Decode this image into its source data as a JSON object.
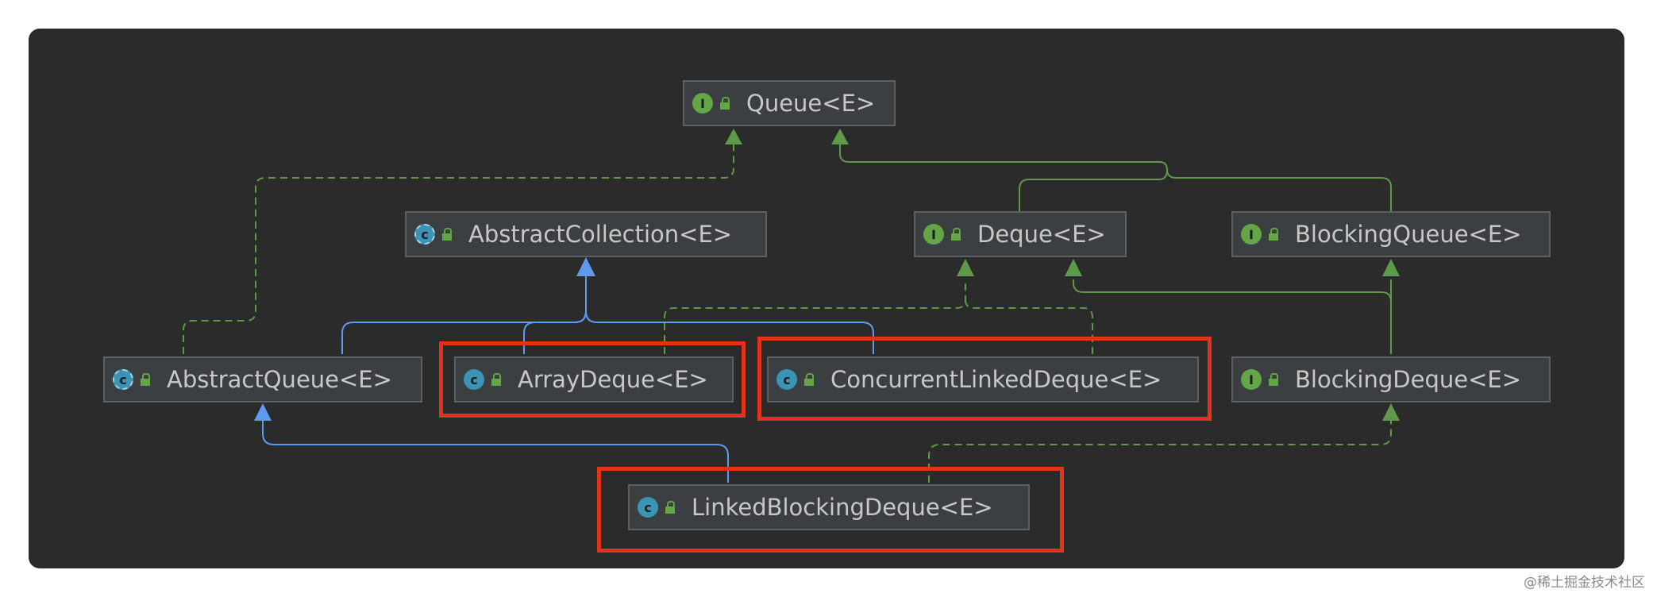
{
  "diagram": {
    "nodes": [
      {
        "id": "queue",
        "kind": "interface",
        "icon": "interface-icon",
        "label": "Queue<E>"
      },
      {
        "id": "abstract_collection",
        "kind": "abstract-class",
        "icon": "abstract-class-icon",
        "label": "AbstractCollection<E>"
      },
      {
        "id": "deque",
        "kind": "interface",
        "icon": "interface-icon",
        "label": "Deque<E>"
      },
      {
        "id": "blocking_queue",
        "kind": "interface",
        "icon": "interface-icon",
        "label": "BlockingQueue<E>"
      },
      {
        "id": "abstract_queue",
        "kind": "abstract-class",
        "icon": "abstract-class-icon",
        "label": "AbstractQueue<E>"
      },
      {
        "id": "array_deque",
        "kind": "class",
        "icon": "class-icon",
        "label": "ArrayDeque<E>"
      },
      {
        "id": "concurrent_linked_deque",
        "kind": "class",
        "icon": "class-icon",
        "label": "ConcurrentLinkedDeque<E>"
      },
      {
        "id": "blocking_deque",
        "kind": "interface",
        "icon": "interface-icon",
        "label": "BlockingDeque<E>"
      },
      {
        "id": "linked_blocking_deque",
        "kind": "class",
        "icon": "class-icon",
        "label": "LinkedBlockingDeque<E>"
      }
    ],
    "icon_letters": {
      "interface": "I",
      "class": "c",
      "abstract-class": "c"
    },
    "edges": [
      {
        "from": "abstract_queue",
        "to": "queue",
        "type": "implements"
      },
      {
        "from": "deque",
        "to": "queue",
        "type": "extends"
      },
      {
        "from": "blocking_queue",
        "to": "queue",
        "type": "extends"
      },
      {
        "from": "abstract_queue",
        "to": "abstract_collection",
        "type": "extends"
      },
      {
        "from": "array_deque",
        "to": "abstract_collection",
        "type": "extends"
      },
      {
        "from": "concurrent_linked_deque",
        "to": "abstract_collection",
        "type": "extends"
      },
      {
        "from": "array_deque",
        "to": "deque",
        "type": "implements"
      },
      {
        "from": "concurrent_linked_deque",
        "to": "deque",
        "type": "implements"
      },
      {
        "from": "blocking_deque",
        "to": "deque",
        "type": "extends"
      },
      {
        "from": "blocking_deque",
        "to": "blocking_queue",
        "type": "extends"
      },
      {
        "from": "linked_blocking_deque",
        "to": "abstract_queue",
        "type": "extends"
      },
      {
        "from": "linked_blocking_deque",
        "to": "blocking_deque",
        "type": "implements"
      }
    ],
    "highlighted": [
      "array_deque",
      "concurrent_linked_deque",
      "linked_blocking_deque"
    ]
  },
  "colors": {
    "background": "#2b2b2b",
    "class_extends": "#5c9bf0",
    "interface_inheritance": "#5e9a4a",
    "highlight": "#e2321a"
  },
  "watermark": "@稀土掘金技术社区"
}
